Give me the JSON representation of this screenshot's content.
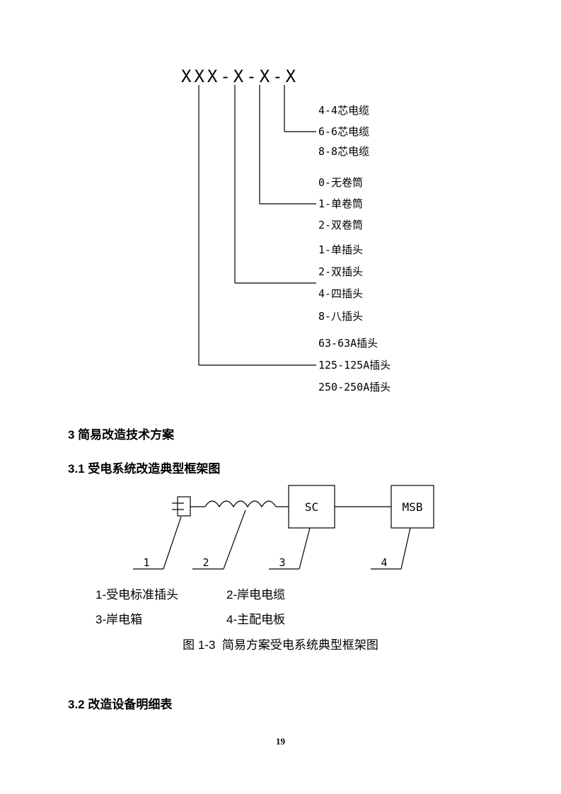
{
  "model_code": {
    "code": "XXX-X-X-X",
    "groups": [
      {
        "name": "cable-cores",
        "labels": [
          "4-4芯电缆",
          "6-6芯电缆",
          "8-8芯电缆"
        ]
      },
      {
        "name": "reel-type",
        "labels": [
          "0-无卷筒",
          "1-单卷筒",
          "2-双卷筒"
        ]
      },
      {
        "name": "plug-count",
        "labels": [
          "1-单插头",
          "2-双插头",
          "4-四插头",
          "8-八插头"
        ]
      },
      {
        "name": "plug-rating",
        "labels": [
          "63-63A插头",
          "125-125A插头",
          "250-250A插头"
        ]
      }
    ]
  },
  "headings": {
    "section3": "3 简易改造技术方案",
    "section31": "3.1 受电系统改造典型框架图",
    "section32": "3.2 改造设备明细表"
  },
  "frame_diagram": {
    "icons": {
      "plug_icon": "plug-symbol",
      "cable_wave_icon": "coiled-cable-symbol"
    },
    "sc_box": "SC",
    "msb_box": "MSB",
    "callout_1": "1",
    "callout_2": "2",
    "callout_3": "3",
    "callout_4": "4",
    "legend_1": "1-受电标准插头",
    "legend_2": "2-岸电电缆",
    "legend_3": "3-岸电箱",
    "legend_4": "4-主配电板",
    "caption": "图 1-3  简易方案受电系统典型框架图"
  },
  "footer": {
    "page_number": "19"
  }
}
